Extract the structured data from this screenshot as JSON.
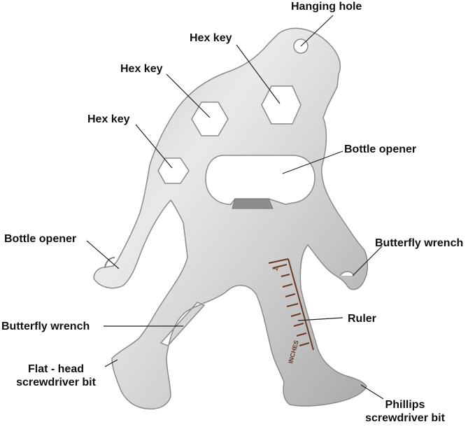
{
  "labels": {
    "hanging_hole": "Hanging hole",
    "hex_key_top": "Hex key",
    "hex_key_mid": "Hex key",
    "hex_key_low": "Hex key",
    "bottle_opener_right": "Bottle opener",
    "bottle_opener_left": "Bottle opener",
    "butterfly_wrench_right": "Butterfly wrench",
    "butterfly_wrench_left": "Butterfly wrench",
    "ruler": "Ruler",
    "flat_head_line1": "Flat - head",
    "flat_head_line2": "screwdriver bit",
    "phillips_line1": "Phillips",
    "phillips_line2": "screwdriver bit"
  },
  "ruler_marks": {
    "units": "INCHES",
    "number": "1"
  },
  "colors": {
    "steel_light": "#e4e4e4",
    "steel_mid": "#bdbdbd",
    "steel_dark": "#8e8e8e",
    "ruler_ink": "#6b3a25",
    "leader_line": "#222222"
  }
}
